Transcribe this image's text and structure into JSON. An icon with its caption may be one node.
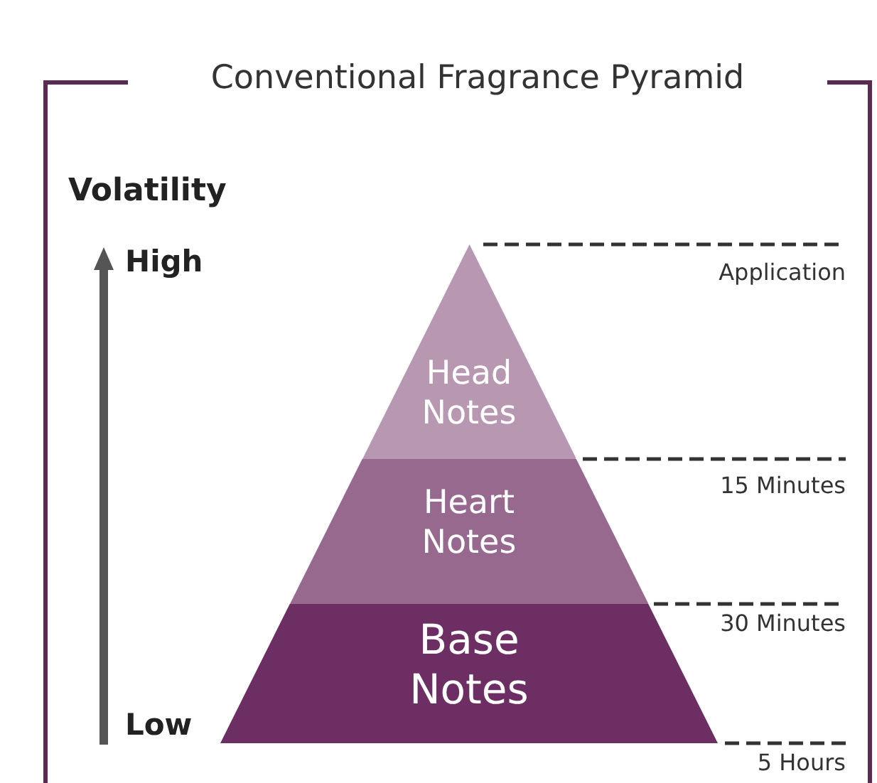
{
  "diagram": {
    "title": "Conventional Fragrance Pyramid",
    "nodes": [
      {
        "text": [
          "Head Notes"
        ]
      },
      {
        "text": [
          "Heart Notes"
        ]
      },
      {
        "text": [
          "Base Notes"
        ]
      }
    ],
    "labels": [
      "Volatility",
      "High",
      "Low",
      "Application",
      "15 Minutes",
      "30 Minutes",
      "5 Hours"
    ]
  }
}
